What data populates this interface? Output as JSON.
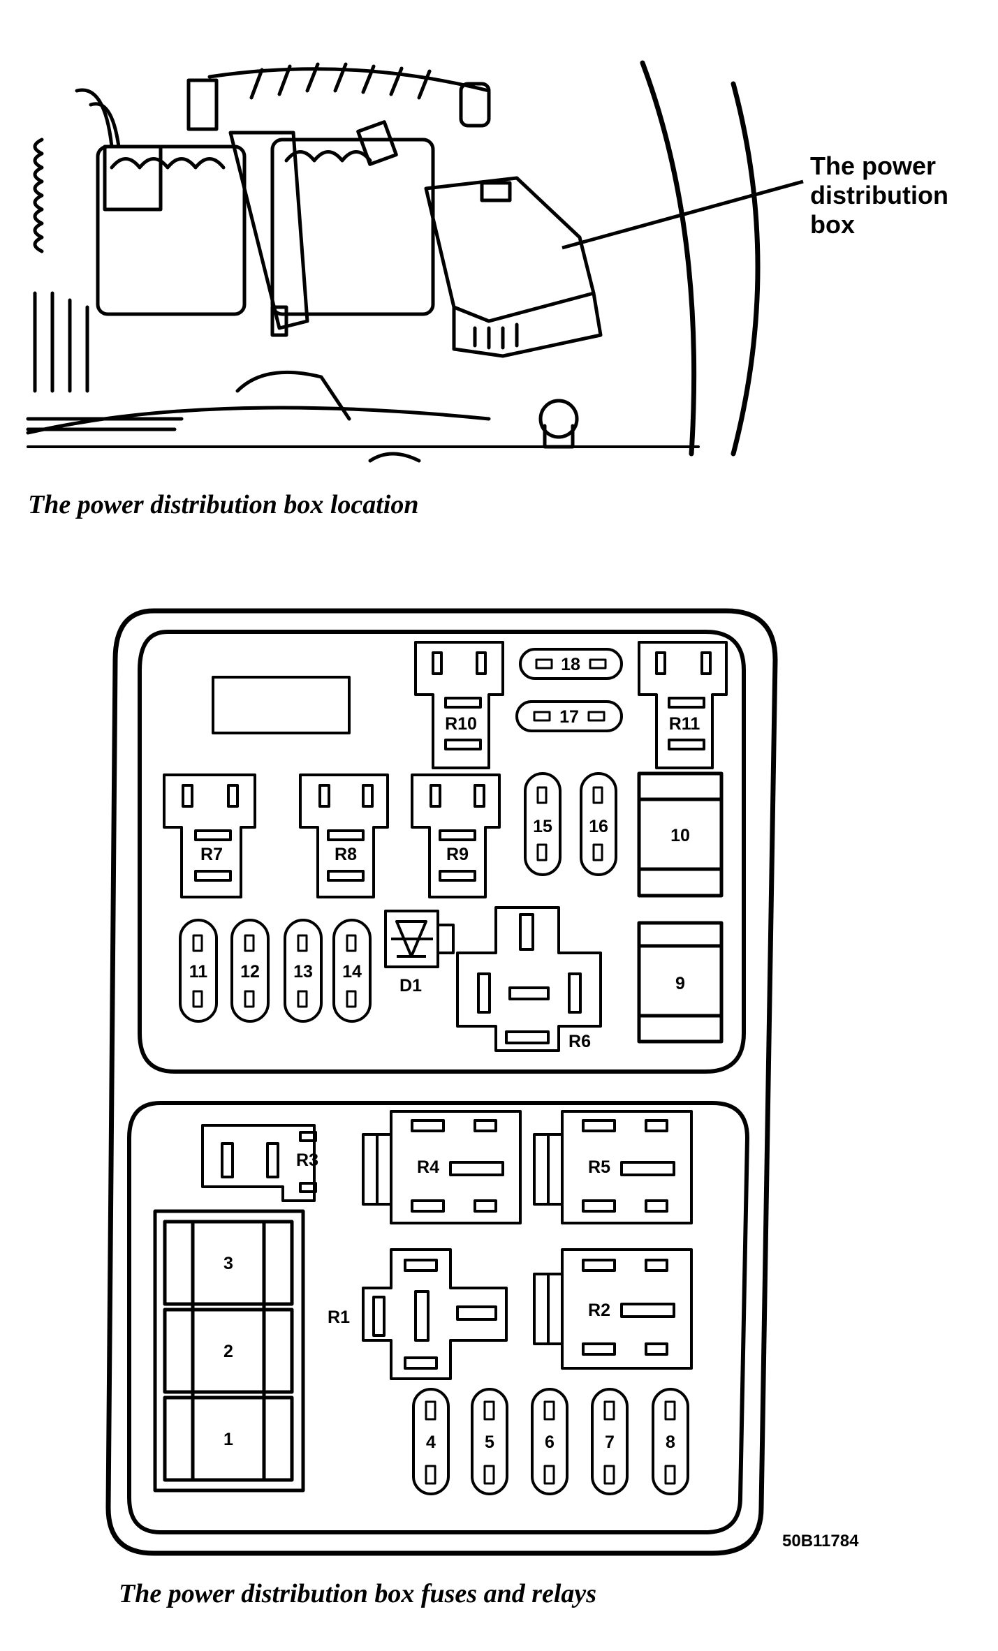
{
  "top_figure": {
    "callout": [
      "The power",
      "distribution",
      "box"
    ],
    "caption": "The power distribution box location"
  },
  "bottom_figure": {
    "caption": "The power distribution box fuses and relays",
    "ref_code": "50B11784",
    "fuses": {
      "f1": "1",
      "f2": "2",
      "f3": "3",
      "f4": "4",
      "f5": "5",
      "f6": "6",
      "f7": "7",
      "f8": "8",
      "f9": "9",
      "f10": "10",
      "f11": "11",
      "f12": "12",
      "f13": "13",
      "f14": "14",
      "f15": "15",
      "f16": "16",
      "f17": "17",
      "f18": "18"
    },
    "relays": {
      "r1": "R1",
      "r2": "R2",
      "r3": "R3",
      "r4": "R4",
      "r5": "R5",
      "r6": "R6",
      "r7": "R7",
      "r8": "R8",
      "r9": "R9",
      "r10": "R10",
      "r11": "R11"
    },
    "diode": "D1"
  }
}
